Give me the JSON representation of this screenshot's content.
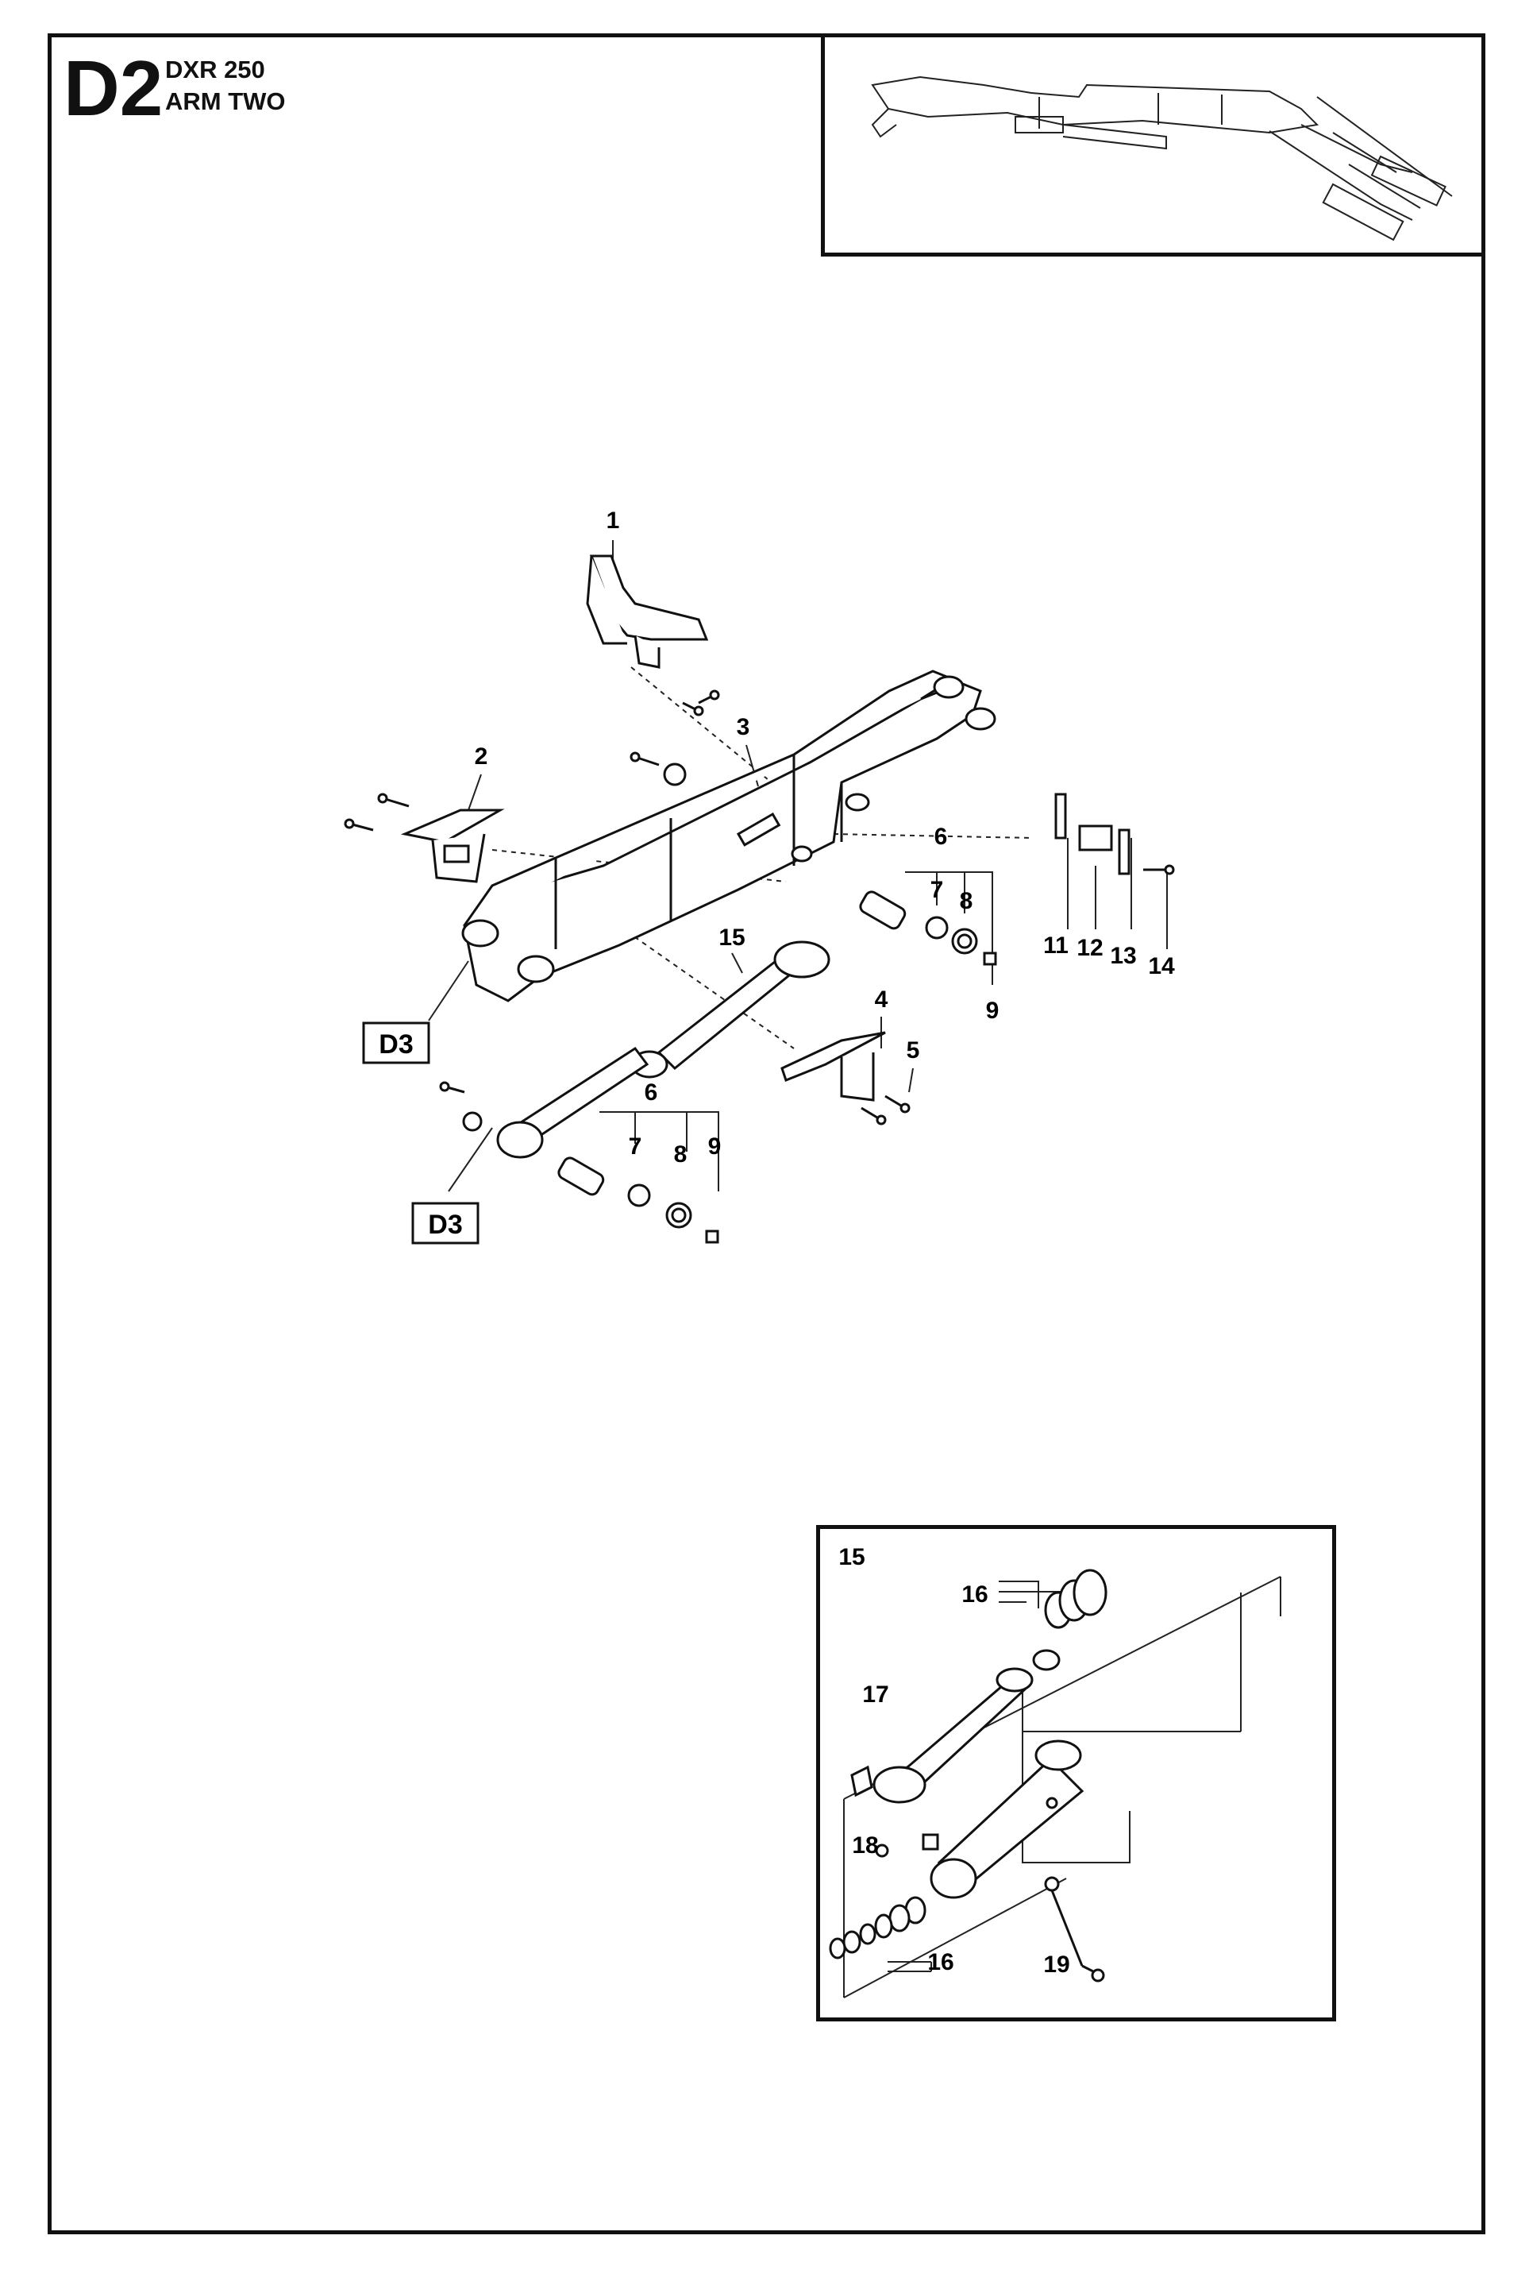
{
  "header": {
    "section_code": "D2",
    "model": "DXR 250",
    "title": "ARM TWO"
  },
  "main_callouts": {
    "c1": "1",
    "c2": "2",
    "c3": "3",
    "c4": "4",
    "c5": "5",
    "c6a": "6",
    "c7a": "7",
    "c8a": "8",
    "c9a": "9",
    "c6b": "6",
    "c7b": "7",
    "c8b": "8",
    "c9b": "9",
    "c11": "11",
    "c12": "12",
    "c13": "13",
    "c14": "14",
    "c15": "15"
  },
  "reference_boxes": {
    "ref_a": "D3",
    "ref_b": "D3"
  },
  "inset": {
    "label": "15",
    "c16a": "16",
    "c16b": "16",
    "c17": "17",
    "c18": "18",
    "c19": "19"
  }
}
